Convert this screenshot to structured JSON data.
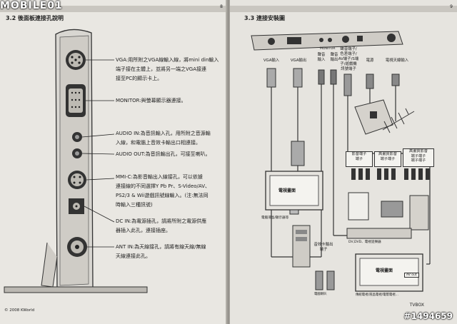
{
  "watermark": {
    "logo": "MOBILE01",
    "id": "#1494659"
  },
  "left_page": {
    "page_number": "8",
    "section_title": "3.2 後面板連接孔說明",
    "annotations": [
      {
        "key": "vga",
        "lines": [
          "VGA:用所附之VGA線輸入線，將mini din輸入",
          "端子接在主體上，並將另一端之VGA接連",
          "接至PC的顯示卡上。"
        ]
      },
      {
        "key": "monitor",
        "lines": [
          "MONITOR:與螢幕顯示器連接。"
        ]
      },
      {
        "key": "audio_in",
        "lines": [
          "AUDIO IN:為音訊輸入孔，用所附之音源輸",
          "入線，和電腦上音效卡輸出口相連接。"
        ]
      },
      {
        "key": "audio_out",
        "lines": [
          "AUDIO OUT:為音訊輸出孔，可接至喇叭。"
        ]
      },
      {
        "key": "mmi",
        "lines": [
          "MMI-C:為影音輸出入線接孔，可以依據",
          "連接線的不同選擇Y Pb Pr、S-Video/AV、",
          "PS2/3 & Wii遊戲訊號線輸入。(注:無法同",
          "時輸入三種訊號)"
        ]
      },
      {
        "key": "dc_in",
        "lines": [
          "DC IN:為電源插孔，請將所附之電源供應",
          "器插入此孔，連接插座。"
        ]
      },
      {
        "key": "ant_in",
        "lines": [
          "ANT IN:為天線接孔，請將有線天線/無線",
          "天線連接此孔。"
        ]
      }
    ],
    "footer": "© 2008 KWorld"
  },
  "right_page": {
    "page_number": "9",
    "section_title": "3.3 連接安裝圖",
    "port_labels": [
      {
        "key": "vga_in",
        "text": "VGA輸入"
      },
      {
        "key": "vga_out",
        "text": "VGA輸出"
      },
      {
        "key": "audio_in",
        "text": "聲音\n輸入"
      },
      {
        "key": "audio_out",
        "text": "聲音\n輸出"
      },
      {
        "key": "av_terminal",
        "text": "聲音端子/\n色差端子/\nAV端子/S端\n子/遊戲機\n訊號端子"
      },
      {
        "key": "power",
        "text": "電源"
      },
      {
        "key": "antenna",
        "text": "電視天線輸入"
      }
    ],
    "port_strip_label": "MONITOR",
    "device_boxes": [
      {
        "key": "box_av",
        "text": "影音端子\n端子"
      },
      {
        "key": "box_component",
        "text": "高畫質影音\n端子端子"
      },
      {
        "key": "box_hd_av",
        "text": "高畫質影音\n端子端子\n端子端子"
      }
    ],
    "monitor_screen": "電視畫面",
    "monitor_caption": "電腦液晶/顯示器等",
    "speaker_caption": "音效卡輸出\n端子",
    "dvd_caption": "DV,DVD、電視遊樂器",
    "tv_screen": "電視畫面",
    "tv_caption": "傳統電視/液晶電視/電漿電視...",
    "av_tag": "AV out",
    "speaker_bottom_caption": "電腦喇叭",
    "footer": "TVBOX"
  }
}
